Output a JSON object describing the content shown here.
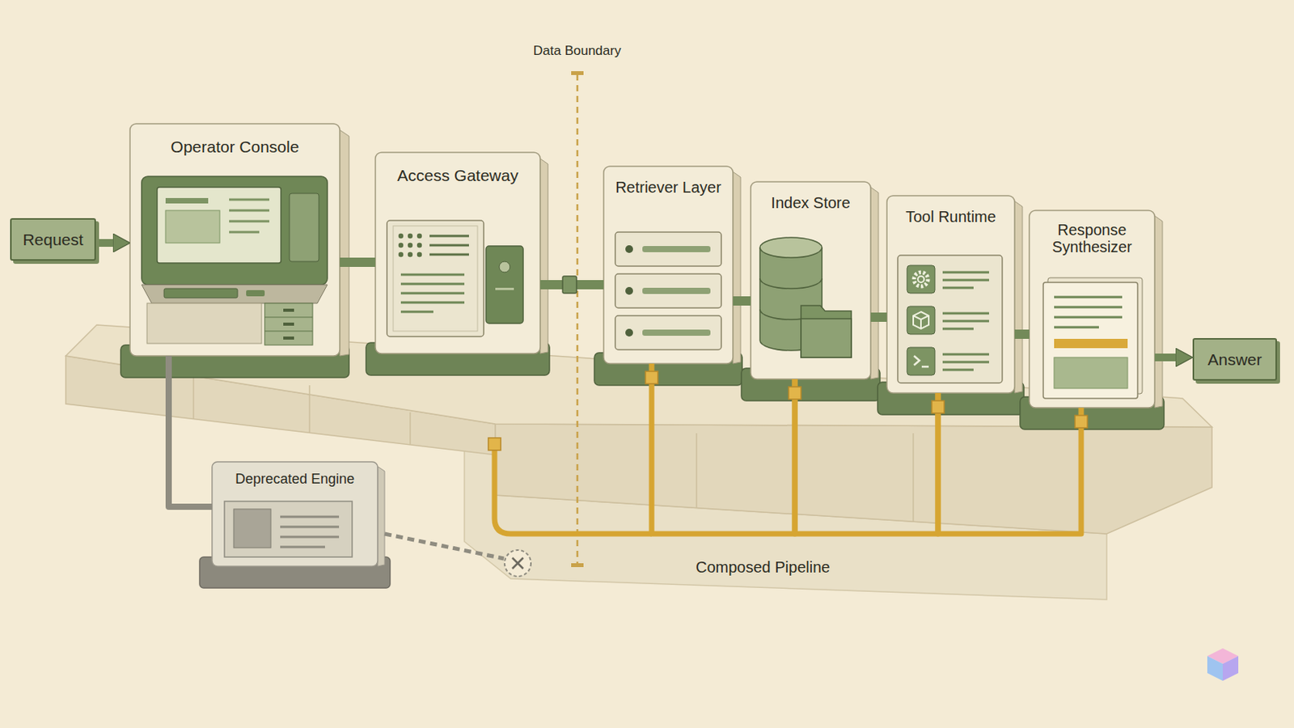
{
  "diagram": {
    "nodes": [
      {
        "text": [
          "Request"
        ]
      },
      {
        "text": [
          "Operator Console"
        ]
      },
      {
        "text": [
          "Access Gateway"
        ]
      },
      {
        "text": [
          "Retriever Layer"
        ]
      },
      {
        "text": [
          "Index Store"
        ]
      },
      {
        "text": [
          "Tool Runtime"
        ]
      },
      {
        "text": [
          "Response Synthesizer"
        ]
      },
      {
        "text": [
          "Answer"
        ]
      },
      {
        "text": [
          "Deprecated Engine"
        ]
      }
    ],
    "edges": [
      {
        "from": 0,
        "to": 1,
        "arrow": "to"
      },
      {
        "from": 1,
        "to": 2,
        "arrow": "none"
      },
      {
        "from": 2,
        "to": 3,
        "arrow": "none"
      },
      {
        "from": 3,
        "to": 4,
        "arrow": "none"
      },
      {
        "from": 4,
        "to": 5,
        "arrow": "none"
      },
      {
        "from": 5,
        "to": 6,
        "arrow": "none"
      },
      {
        "from": 6,
        "to": 7,
        "arrow": "to"
      },
      {
        "from": 1,
        "to": 8,
        "arrow": "none"
      },
      {
        "from": 3,
        "to": 4,
        "arrow": "none"
      },
      {
        "from": 4,
        "to": 5,
        "arrow": "none"
      },
      {
        "from": 5,
        "to": 6,
        "arrow": "none"
      }
    ],
    "labels": [
      "Data Boundary",
      "Composed Pipeline"
    ]
  }
}
